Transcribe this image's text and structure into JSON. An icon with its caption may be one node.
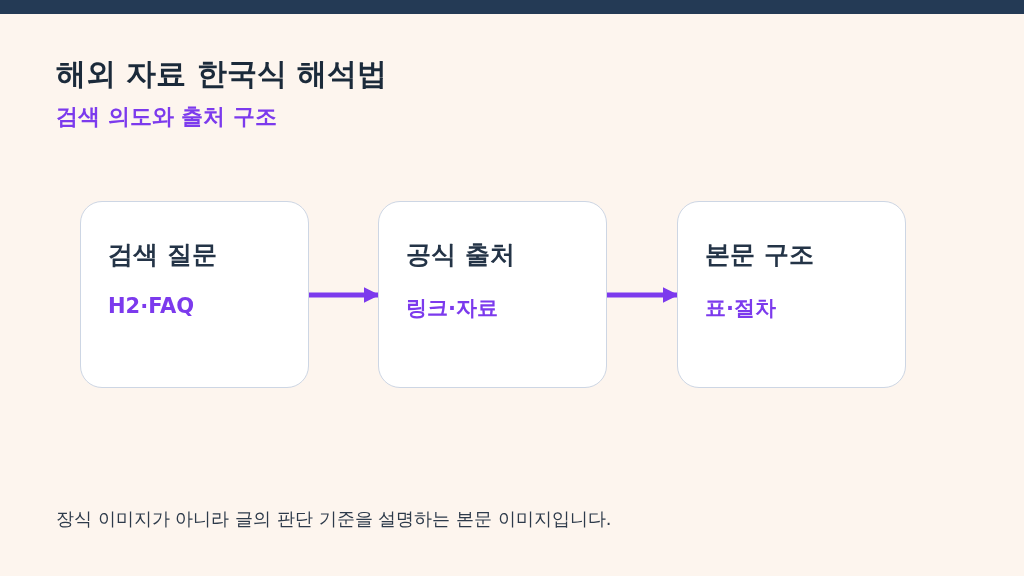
{
  "diagram": {
    "title": "해외 자료 한국식 해석법",
    "labels": [
      "검색 의도와 출처 구조"
    ],
    "nodes": [
      {
        "text": [
          "검색 질문",
          "H2·FAQ"
        ]
      },
      {
        "text": [
          "공식 출처",
          "링크·자료"
        ]
      },
      {
        "text": [
          "본문 구조",
          "표·절차"
        ]
      }
    ],
    "edges": [
      {
        "from": 0,
        "to": 1,
        "arrow": "to"
      },
      {
        "from": 1,
        "to": 2,
        "arrow": "to"
      }
    ],
    "caption": "장식 이미지가 아니라 글의 판단 기준을 설명하는 본문 이미지입니다."
  }
}
